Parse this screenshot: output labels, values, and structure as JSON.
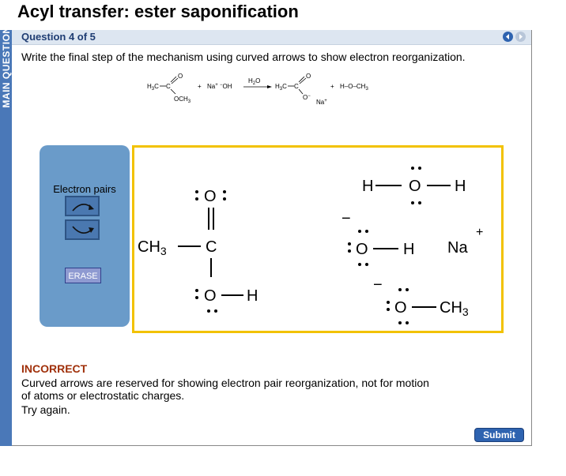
{
  "page": {
    "title": "Acyl transfer: ester saponification"
  },
  "side_tab": {
    "label": "MAIN QUESTION"
  },
  "question": {
    "number_label": "Question 4 of 5",
    "prompt": "Write the final step of the mechanism using curved arrows to show electron reorganization."
  },
  "equation": {
    "reactant_ester": "H3C–C(=O)–OCH3",
    "plus_1": "+",
    "reagent": "Na+ −OH",
    "condition": "H2O",
    "product_carboxylate": "H3C–C(=O)–O− Na+",
    "plus_2": "+",
    "product_alcohol": "H–O–CH3"
  },
  "tools": {
    "electron_pairs_label": "Electron pairs",
    "erase_label": "ERASE"
  },
  "canvas": {
    "ch3_left": "CH",
    "ch3_left_sub": "3",
    "c": "C",
    "o_top": "O",
    "o_bottom": "O",
    "h_bottom": "H",
    "water_h_left": "H",
    "water_o": "O",
    "water_h_right": "H",
    "minus_1": "−",
    "hydroxide_o": "O",
    "hydroxide_h": "H",
    "na": "Na",
    "plus": "+",
    "minus_2": "−",
    "methoxide_o": "O",
    "methoxide_ch3": "CH",
    "methoxide_ch3_sub": "3"
  },
  "feedback": {
    "status": "INCORRECT",
    "message": "Curved arrows are reserved for showing electron pair reorganization, not for motion of atoms or electrostatic charges.",
    "retry": "Try again."
  },
  "actions": {
    "submit_label": "Submit"
  },
  "colors": {
    "accent_blue": "#2e63b0",
    "panel_blue": "#6a9bc9",
    "canvas_border": "#f2c200",
    "incorrect": "#a0300a"
  }
}
